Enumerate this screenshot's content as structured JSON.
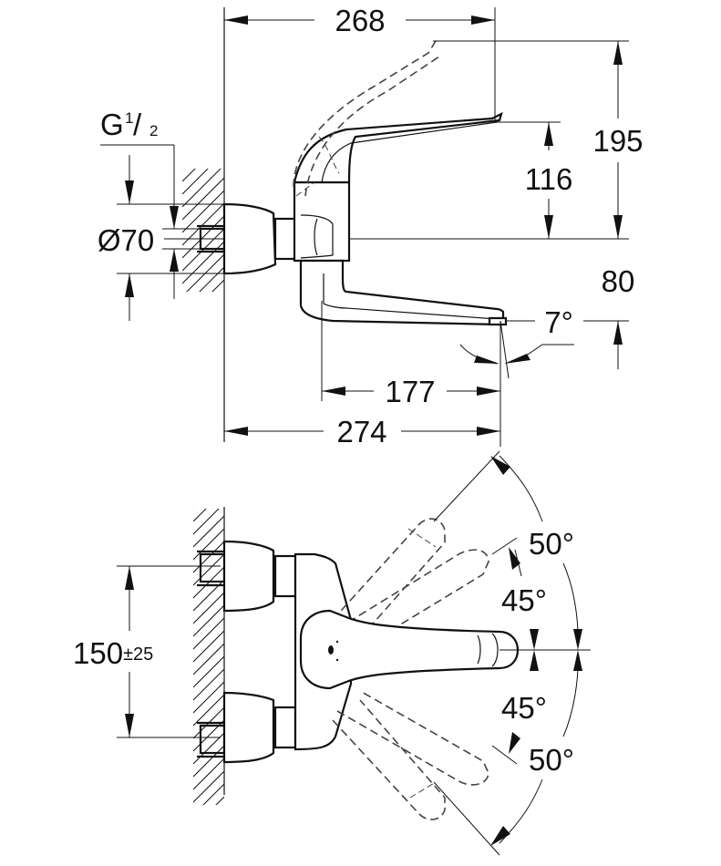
{
  "drawing": {
    "title": "Wall-mounted single-lever basin mixer dimension drawing",
    "units": "mm",
    "side_view": {
      "connection_label": "G",
      "connection_fraction_num": "1",
      "connection_fraction_sep": "/",
      "connection_fraction_den": "2",
      "escutcheon_diameter": "Ø70",
      "overall_depth_top": "268",
      "lever_height_raised": "195",
      "lever_height": "116",
      "spout_height": "80",
      "spout_angle": "7°",
      "spout_projection": "177",
      "overall_depth_bottom": "274"
    },
    "top_view": {
      "centres": "150",
      "centres_tolerance": "±25",
      "lever_angle_upper_outer": "50°",
      "lever_angle_upper_inner": "45°",
      "lever_angle_lower_inner": "45°",
      "lever_angle_lower_outer": "50°"
    }
  }
}
